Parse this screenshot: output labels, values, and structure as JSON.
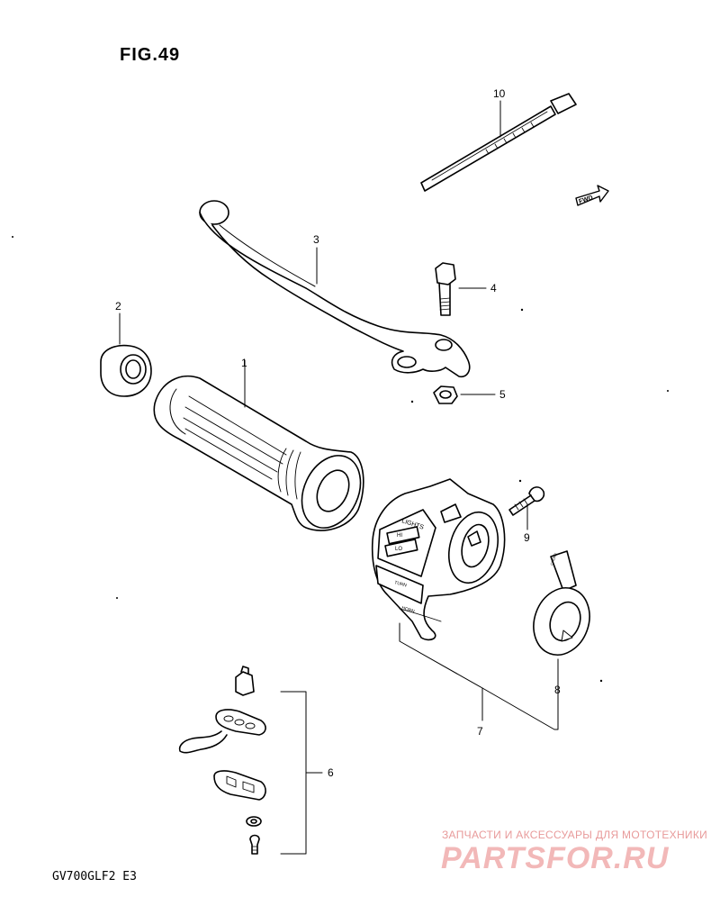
{
  "figure": {
    "title": "FIG.49",
    "model": "GV700GLF2  E3"
  },
  "callouts": {
    "c1": "1",
    "c2": "2",
    "c3": "3",
    "c4": "4",
    "c5": "5",
    "c6": "6",
    "c7": "7",
    "c8": "8",
    "c9": "9",
    "c10": "10"
  },
  "switch_labels": {
    "lights": "LIGHTS",
    "hi": "HI",
    "lo": "LO",
    "turn": "TURN",
    "horn": "HORN"
  },
  "choke_label": "CHOKE",
  "fwd_label": "FWD",
  "watermark": {
    "tagline": "ЗАПЧАСТИ И АКСЕССУАРЫ ДЛЯ МОТОТЕХНИКИ",
    "logo": "PARTSFOR.RU"
  }
}
